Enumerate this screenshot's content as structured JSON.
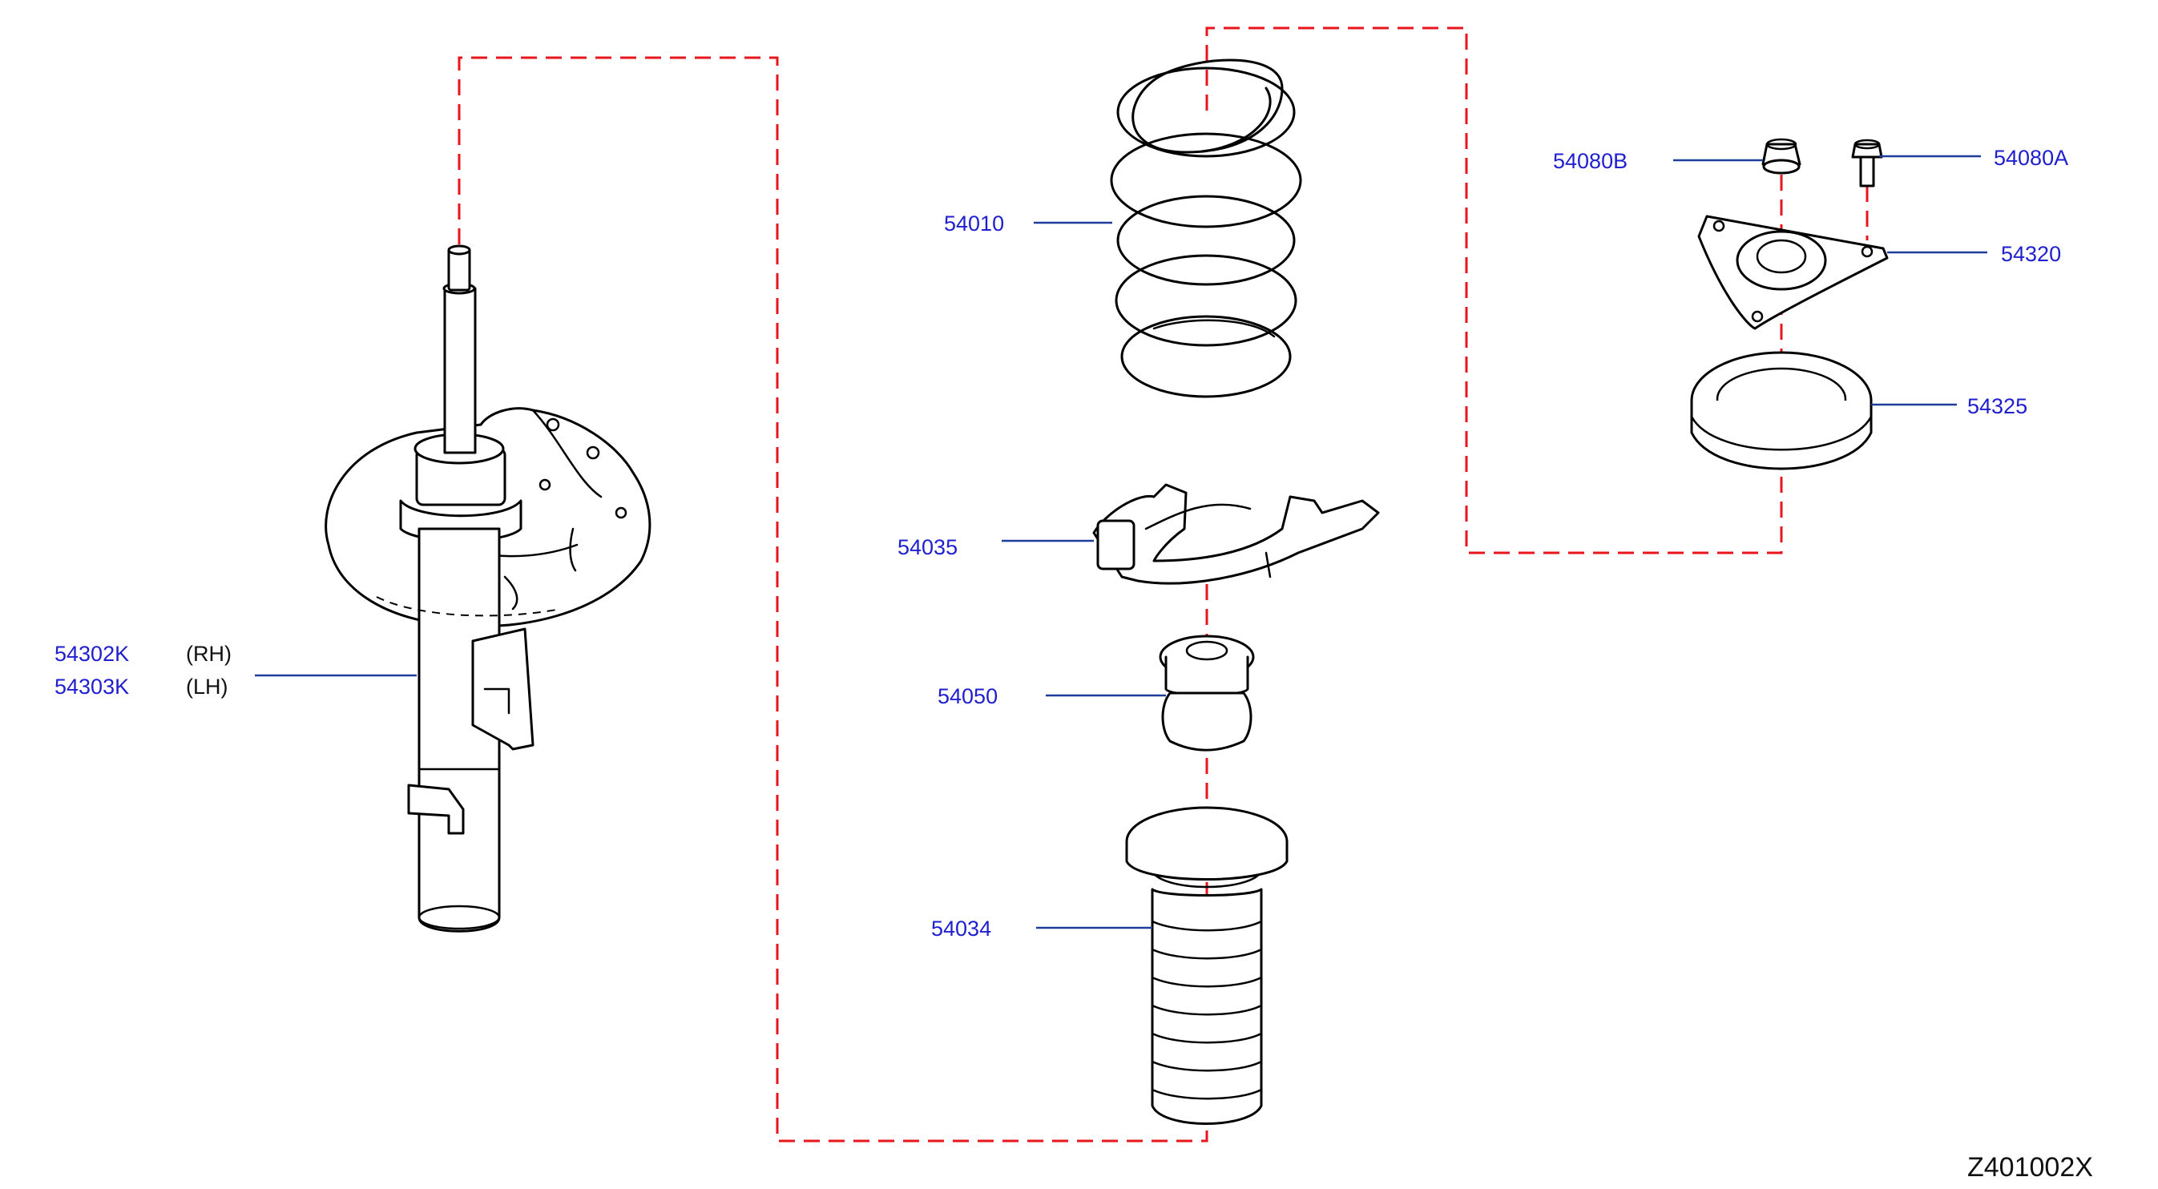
{
  "diagram_code": "Z401002X",
  "colors": {
    "part_number": "#1f1fcf",
    "leader_line": "#1f3d9c",
    "phantom_line": "#e8161c",
    "outline": "#000000"
  },
  "parts": [
    {
      "id": "strut",
      "numbers": [
        "54302K",
        "54303K"
      ],
      "sides": [
        "(RH)",
        "(LH)"
      ]
    },
    {
      "id": "coil-spring",
      "number": "54010"
    },
    {
      "id": "spring-seat",
      "number": "54035"
    },
    {
      "id": "bound-bumper",
      "number": "54050"
    },
    {
      "id": "dust-boot",
      "number": "54034"
    },
    {
      "id": "nut",
      "number": "54080B"
    },
    {
      "id": "bolt",
      "number": "54080A"
    },
    {
      "id": "mount-insulator",
      "number": "54320"
    },
    {
      "id": "bearing",
      "number": "54325"
    }
  ]
}
